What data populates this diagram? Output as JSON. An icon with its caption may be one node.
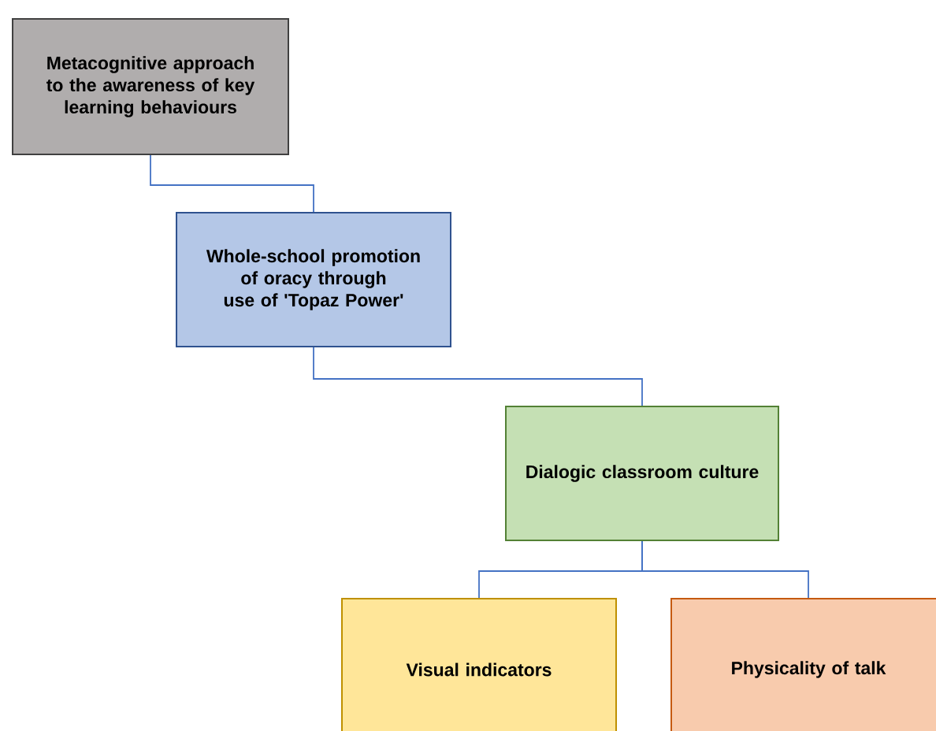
{
  "diagram": {
    "nodes": [
      {
        "text": [
          "Metacognitive approach to the awareness of key learning behaviours"
        ]
      },
      {
        "text": [
          "Whole-school promotion of oracy through use of 'Topaz Power'"
        ]
      },
      {
        "text": [
          "Dialogic classroom culture"
        ]
      },
      {
        "text": [
          "Visual indicators"
        ]
      },
      {
        "text": [
          "Physicality of talk"
        ]
      }
    ],
    "edges": [
      {
        "from": 0,
        "to": 1,
        "arrow": "none"
      },
      {
        "from": 1,
        "to": 2,
        "arrow": "none"
      },
      {
        "from": 2,
        "to": 3,
        "arrow": "none"
      },
      {
        "from": 2,
        "to": 4,
        "arrow": "none"
      }
    ]
  }
}
